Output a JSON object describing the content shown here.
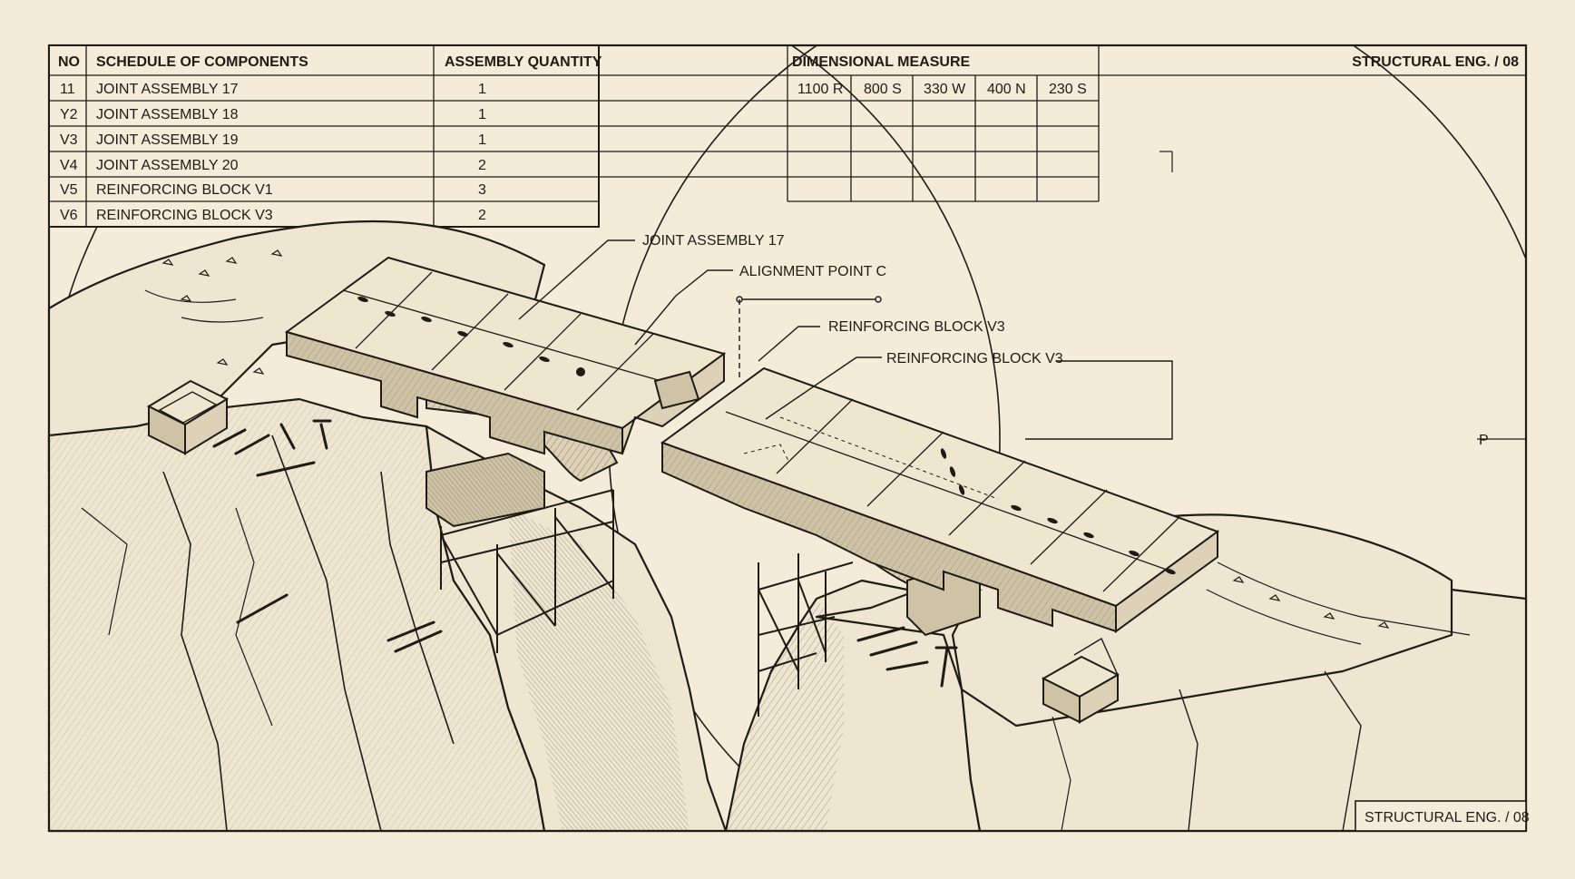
{
  "schedule": {
    "headers": {
      "no": "NO",
      "component": "SCHEDULE OF COMPONENTS",
      "quantity": "ASSEMBLY QUANTITY"
    },
    "rows": [
      {
        "no": "11",
        "component": "JOINT ASSEMBLY 17",
        "quantity": "1"
      },
      {
        "no": "Y2",
        "component": "JOINT ASSEMBLY 18",
        "quantity": "1"
      },
      {
        "no": "V3",
        "component": "JOINT ASSEMBLY 19",
        "quantity": "1"
      },
      {
        "no": "V4",
        "component": "JOINT ASSEMBLY 20",
        "quantity": "2"
      },
      {
        "no": "V5",
        "component": "REINFORCING BLOCK V1",
        "quantity": "3"
      },
      {
        "no": "V6",
        "component": "REINFORCING BLOCK V3",
        "quantity": "2"
      }
    ]
  },
  "dimensions": {
    "header": "DIMENSIONAL MEASURE",
    "values": [
      "1100 R",
      "800 S",
      "330 W",
      "400 N",
      "230 S"
    ]
  },
  "sheet": {
    "title_top": "STRUCTURAL ENG. / 08",
    "title_block": "STRUCTURAL ENG. / 08",
    "edge_marker": "P"
  },
  "callouts": {
    "joint": "JOINT ASSEMBLY 17",
    "alignment": "ALIGNMENT POINT C",
    "reinforcing_1": "REINFORCING BLOCK V3",
    "reinforcing_2": "REINFORCING BLOCK V3"
  },
  "colors": {
    "paper": "#f4ecd9",
    "ink": "#1f1b16"
  }
}
